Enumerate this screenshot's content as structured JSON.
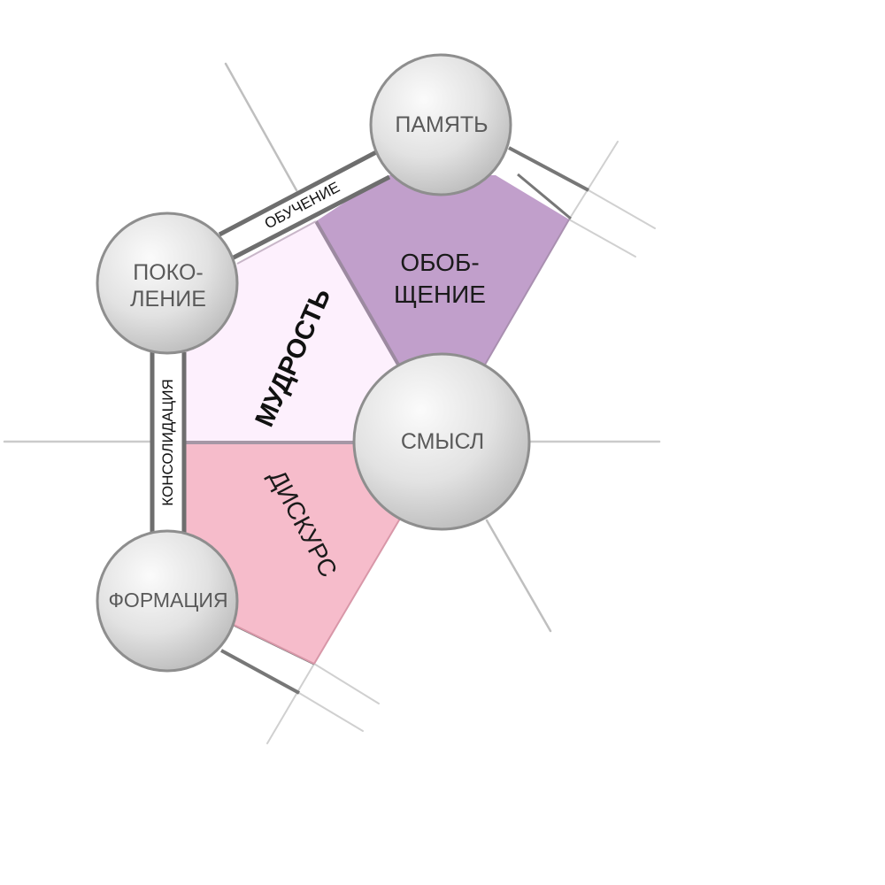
{
  "nodes": {
    "pamyat": "ПАМЯТЬ",
    "pokolenie_line1": "ПОКО-",
    "pokolenie_line2": "ЛЕНИЕ",
    "smysl": "СМЫСЛ",
    "formatsiya": "ФОРМАЦИЯ"
  },
  "regions": {
    "obobshchenie_line1": "ОБОБ-",
    "obobshchenie_line2": "ЩЕНИЕ",
    "mudrost": "МУДРОСТЬ",
    "diskurs": "ДИСКУРС"
  },
  "links": {
    "obuchenie": "ОБУЧЕНИЕ",
    "konsolidatsiya": "КОНСОЛИДАЦИЯ"
  },
  "colors": {
    "obobshchenie_fill": "#c19fcb",
    "mudrost_fill": "#fdf0fd",
    "diskurs_fill": "#f6bccb",
    "sphere_light": "#fafafa",
    "sphere_dark": "#bdbdbd"
  }
}
